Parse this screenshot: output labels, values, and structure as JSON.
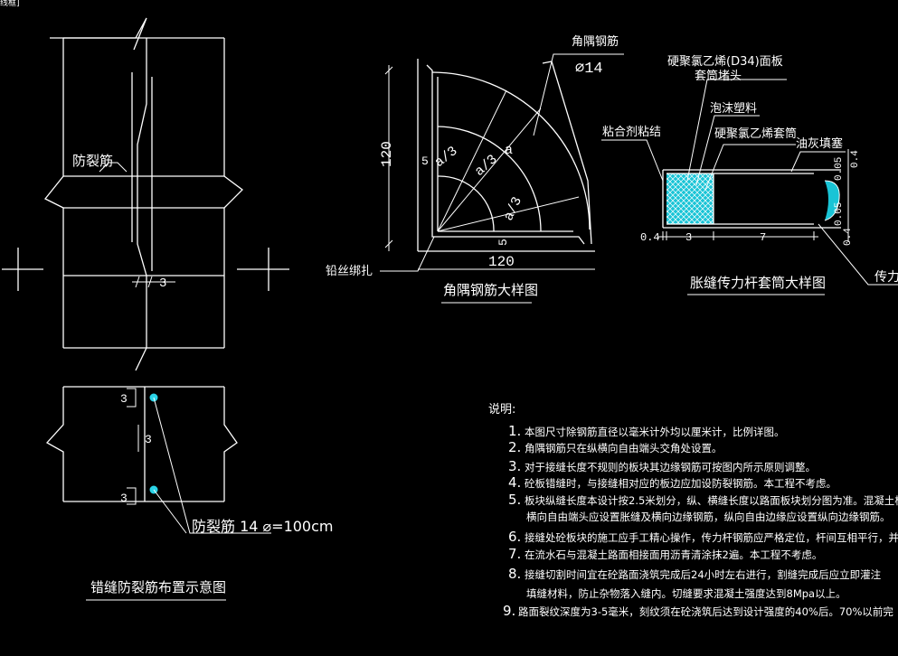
{
  "window": {
    "title_fragment": "线框]"
  },
  "left_drawing": {
    "crack_bar_label": "防裂筋",
    "dim_3": "3"
  },
  "layout_drawing": {
    "title": "错缝防裂筋布置示意图",
    "dim_top": "3",
    "dim_mid": "3",
    "dim_bot": "3",
    "bar_label": "防裂筋 14 ⌀=100cm"
  },
  "corner_drawing": {
    "title": "角隅钢筋大样图",
    "bar_name": "角隅钢筋",
    "bar_dia": "⌀14",
    "dim_120_v": "120",
    "dim_120_h": "120",
    "dim_5_left": "5",
    "dim_5_bottom": "5",
    "a_over_3_1": "a/3",
    "a_over_3_2": "a/3",
    "a_over_3_3": "a/3",
    "a": "a",
    "wire_hole": "铅丝绑扎"
  },
  "dowel_drawing": {
    "title": "胀缝传力杆套筒大样图",
    "label_sleeve_cap_1": "硬聚氯乙烯(D34)面板",
    "label_sleeve_cap_2": "套筒堵头",
    "label_foam": "泡沫塑料",
    "label_adhesive": "粘合剂粘结",
    "label_pvc_sleeve": "硬聚氯乙烯套筒",
    "label_grease": "油灰填塞",
    "label_dowel": "传力",
    "dim_04_left": "0.4",
    "dim_3": "3",
    "dim_7": "7",
    "dim_4_right": "0.4",
    "dim_05_top": "0.05",
    "dim_05_bot": "0.05",
    "dim_04_bot": "0.4"
  },
  "notes": {
    "heading": "说明:",
    "items": [
      {
        "num": "1.",
        "text": "本图尺寸除钢筋直径以毫米计外均以厘米计，比例详图。"
      },
      {
        "num": "2.",
        "text": "角隅钢筋只在纵横向自由端头交角处设置。"
      },
      {
        "num": "3.",
        "text": "对于接缝长度不规则的板块其边缘钢筋可按图内所示原则调整。"
      },
      {
        "num": "4.",
        "text": "砼板错缝时，与接缝相对应的板边应加设防裂钢筋。本工程不考虑。"
      },
      {
        "num": "5.",
        "text": "板块纵缝长度本设计按2.5米划分，纵、横缝长度以路面板块划分图为准。混凝土板"
      },
      {
        "num": "",
        "text": "横向自由端头应设置胀缝及横向边缘钢筋，纵向自由边缘应设置纵向边缘钢筋。"
      },
      {
        "num": "6.",
        "text": "接缝处砼板块的施工应手工精心操作，传力杆钢筋应严格定位，杆间互相平行，并与接缝"
      },
      {
        "num": "7.",
        "text": "在流水石与混凝土路面相接面用沥青清涂抹2遍。本工程不考虑。"
      },
      {
        "num": "8.",
        "text": "接缝切割时间宜在砼路面浇筑完成后24小时左右进行，割缝完成后应立即灌注"
      },
      {
        "num": "",
        "text": "填缝材料，防止杂物落入缝内。切缝要求混凝土强度达到8Mpa以上。"
      },
      {
        "num": "9.",
        "text": "路面裂纹深度为3-5毫米，刻纹须在砼浇筑后达到设计强度的40%后。70%以前完"
      }
    ]
  }
}
